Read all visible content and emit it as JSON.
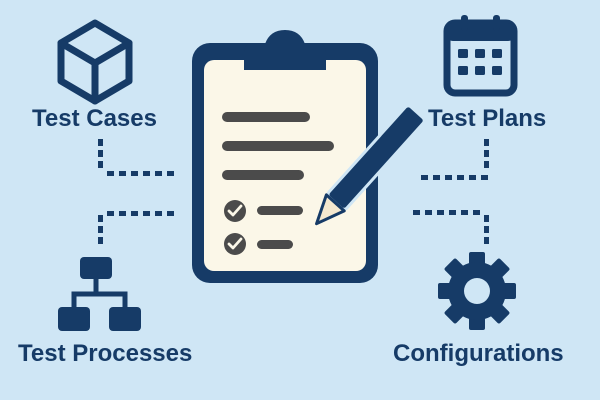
{
  "labels": {
    "test_cases": "Test Cases",
    "test_plans": "Test Plans",
    "test_processes": "Test Processes",
    "configurations": "Configurations"
  },
  "icons": {
    "test_cases": "cube-icon",
    "test_plans": "calendar-icon",
    "test_processes": "hierarchy-icon",
    "configurations": "gear-icon",
    "center": "clipboard-checklist-icon",
    "pen": "pen-icon"
  },
  "checklist": {
    "checked_items": 2,
    "total_lines": 5
  },
  "colors": {
    "background": "#cfe6f5",
    "primary": "#163b67",
    "paper": "#fbf7e8",
    "line": "#4b4b4b",
    "pen_tip": "#f4e8cf"
  }
}
